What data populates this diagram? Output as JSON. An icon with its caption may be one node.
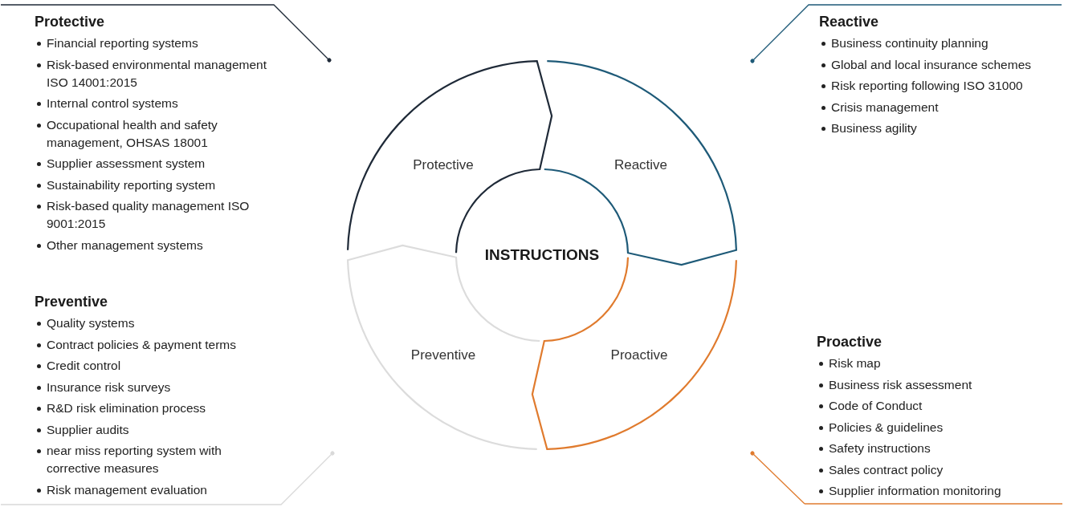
{
  "diagram": {
    "nodes": [
      {
        "text": [
          "Protective",
          "Financial reporting systems",
          "Risk-based environmental management ISO 14001:2015",
          "Internal control systems",
          "Occupational health and safety management, OHSAS 18001",
          "Supplier assessment system",
          "Sustainability reporting system",
          "Risk-based quality management ISO 9001:2015",
          "Other management systems"
        ]
      },
      {
        "text": [
          "Reactive",
          "Business continuity planning",
          "Global and local insurance schemes",
          "Risk reporting following ISO 31000",
          "Crisis management",
          "Business agility"
        ]
      },
      {
        "text": [
          "Protective"
        ]
      },
      {
        "text": [
          "Reactive"
        ]
      },
      {
        "text": [
          "INSTRUCTIONS"
        ]
      },
      {
        "text": [
          "Preventive"
        ]
      },
      {
        "text": [
          "Proactive"
        ]
      },
      {
        "text": [
          "Preventive",
          "Quality systems",
          "Contract policies & payment terms",
          "Credit control",
          "Insurance risk surveys",
          "R&D risk elimination process",
          "Supplier audits",
          "near miss reporting system with corrective measures",
          "Risk management evaluation"
        ]
      },
      {
        "text": [
          "Proactive",
          "Risk map",
          "Business risk assessment",
          "Code of Conduct",
          "Policies & guidelines",
          "Safety instructions",
          "Sales contract policy",
          "Supplier information monitoring"
        ]
      }
    ],
    "edges": [
      {
        "from": 0,
        "to": 2,
        "arrow": "other",
        "color": "#1f2a38"
      },
      {
        "from": 1,
        "to": 3,
        "arrow": "other",
        "color": "#1e5a78"
      },
      {
        "from": 7,
        "to": 5,
        "arrow": "other",
        "color": "#d9d9d9"
      },
      {
        "from": 8,
        "to": 6,
        "arrow": "other",
        "color": "#e07b2e"
      }
    ]
  }
}
